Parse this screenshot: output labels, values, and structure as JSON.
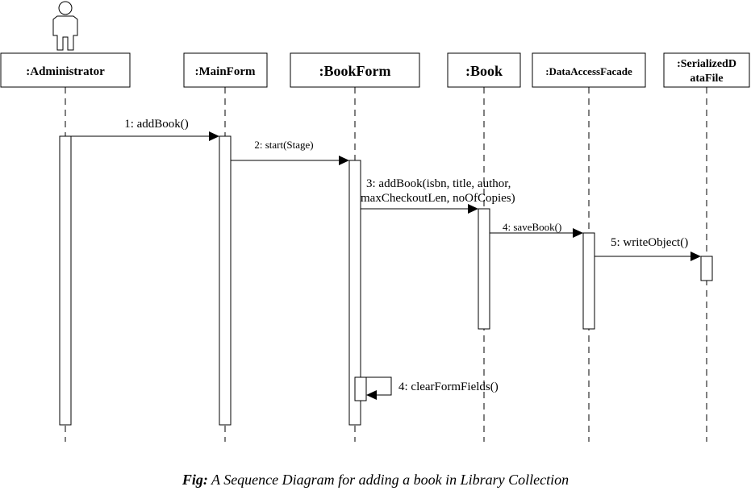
{
  "actor": {
    "name": ":Administrator",
    "icon": "actor-icon"
  },
  "lifelines": [
    {
      "id": "admin",
      "label": ":Administrator"
    },
    {
      "id": "mainform",
      "label": ":MainForm"
    },
    {
      "id": "bookform",
      "label": ":BookForm"
    },
    {
      "id": "book",
      "label": ":Book"
    },
    {
      "id": "facade",
      "label": ":DataAccessFacade"
    },
    {
      "id": "datafile",
      "label_line1": ":SerializedD",
      "label_line2": "ataFile"
    }
  ],
  "messages": [
    {
      "label": "1: addBook()"
    },
    {
      "label": "2: start(Stage)"
    },
    {
      "label_line1": "3: addBook(isbn, title, author,",
      "label_line2": "maxCheckoutLen, noOfCopies)"
    },
    {
      "label": "4: saveBook()"
    },
    {
      "label": "5: writeObject()"
    },
    {
      "label": "4: clearFormFields()"
    }
  ],
  "caption": {
    "prefix": "Fig:",
    "text": " A Sequence Diagram for adding a book in Library Collection"
  }
}
